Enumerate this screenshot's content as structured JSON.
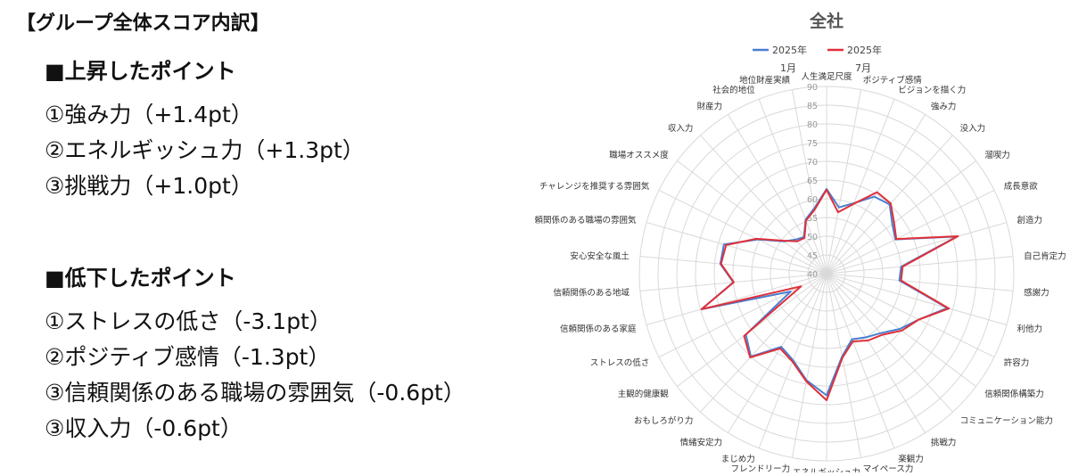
{
  "heading": "【グループ全体スコア内訳】",
  "rise": {
    "title": "■上昇したポイント",
    "items": [
      "①強み力（+1.4pt）",
      "②エネルギッシュ力（+1.3pt）",
      "③挑戦力（+1.0pt）"
    ]
  },
  "fall": {
    "title": "■低下したポイント",
    "items": [
      "①ストレスの低さ（-3.1pt）",
      "②ポジティブ感情（-1.3pt）",
      "③信頼関係のある職場の雰囲気（-0.6pt）",
      "③収入力（-0.6pt）"
    ]
  },
  "colors": {
    "jan": "#4a7fd0",
    "jul": "#e0303a",
    "grid": "#d9d9d9",
    "label": "#333333",
    "tick": "#999999"
  },
  "chart_data": {
    "type": "radar",
    "title": "全社",
    "rmin": 40,
    "rmax": 90,
    "ticks": [
      40,
      45,
      50,
      55,
      60,
      65,
      70,
      75,
      80,
      85,
      90
    ],
    "legend": [
      {
        "line1": "2025年",
        "line2": "1月"
      },
      {
        "line1": "2025年",
        "line2": "7月"
      }
    ],
    "categories": [
      "人生満足尺度",
      "ポジティブ感情",
      "ビジョンを描く力",
      "強み力",
      "没入力",
      "溜喫力",
      "成長意欲",
      "創造力",
      "自己肯定力",
      "感謝力",
      "利他力",
      "許容力",
      "信頼関係構築力",
      "コミュニケーション能力",
      "挑戦力",
      "楽観力",
      "マイペース力",
      "エネルギッシュ力",
      "フレンドリー力",
      "まじめ力",
      "情緒安定力",
      "おもしろがり力",
      "主観的健康観",
      "ストレスの低さ",
      "信頼関係のある家庭",
      "信頼関係のある地域",
      "安心安全な風土",
      "信頼関係のある職場の雰囲気",
      "チャレンジを推奨する雰囲気",
      "職場オススメ度",
      "収入力",
      "財産力",
      "社会的地位",
      "地位財産実績"
    ],
    "series": [
      {
        "name": "2025年 1月",
        "values": [
          62.6,
          58.0,
          60.2,
          64.2,
          65.0,
          62.0,
          60.5,
          76.2,
          60.0,
          59.5,
          73.5,
          67.5,
          64.5,
          61.5,
          60.0,
          58.8,
          62.5,
          72.5,
          69.0,
          64.8,
          63.0,
          70.0,
          67.0,
          50.7,
          74.7,
          65.0,
          68.5,
          68.5,
          60.5,
          54.3,
          52.3,
          51.5,
          55.5,
          57.8
        ]
      },
      {
        "name": "2025年 7月",
        "values": [
          62.4,
          56.7,
          60.0,
          65.6,
          65.4,
          62.6,
          60.8,
          76.5,
          60.4,
          60.0,
          74.0,
          67.5,
          65.2,
          62.1,
          61.0,
          59.4,
          62.9,
          73.8,
          69.3,
          65.2,
          63.5,
          70.3,
          67.6,
          47.6,
          74.7,
          64.9,
          68.3,
          67.9,
          60.9,
          54.6,
          51.7,
          51.2,
          55.2,
          57.4
        ]
      }
    ]
  }
}
